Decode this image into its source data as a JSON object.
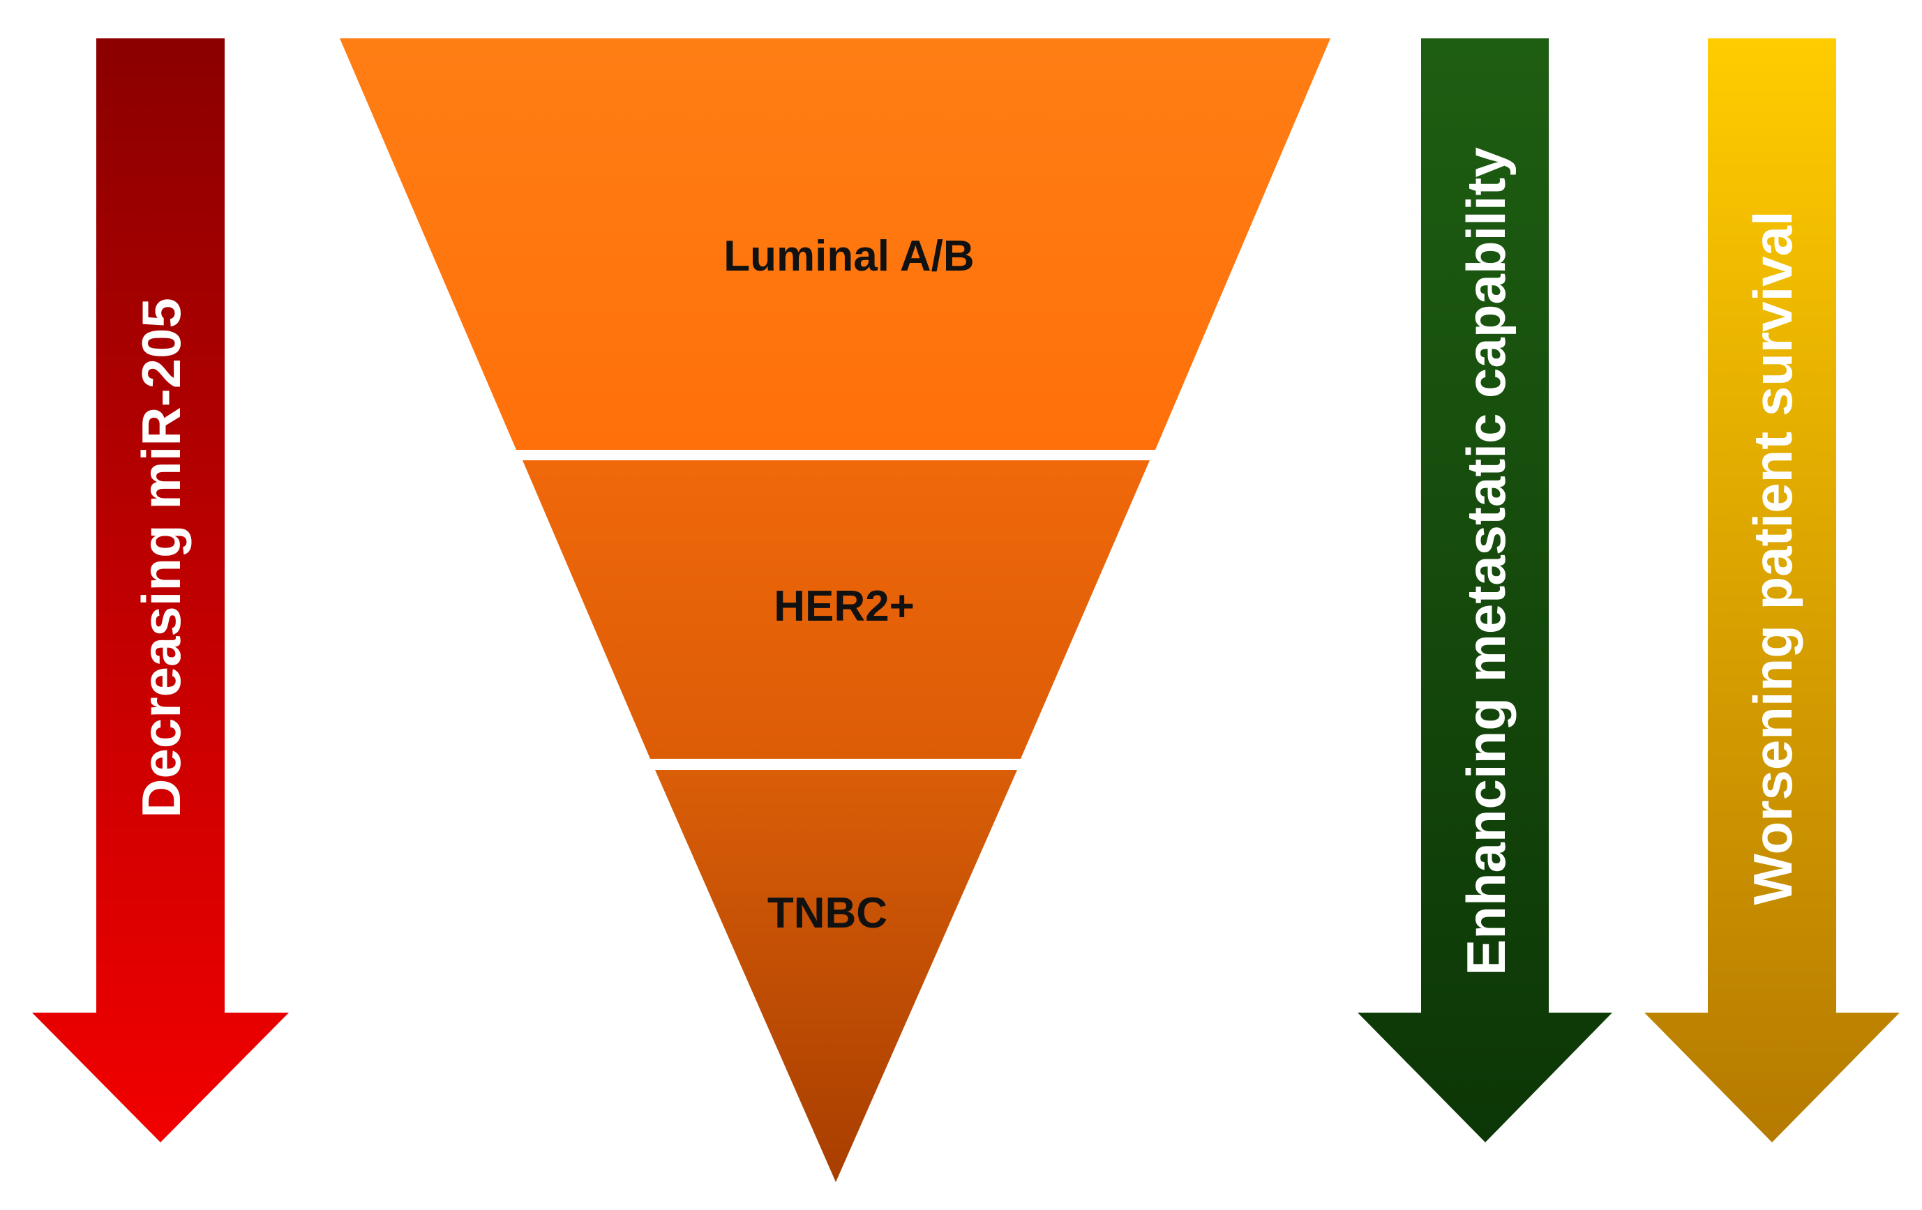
{
  "arrows": {
    "mir205": {
      "label": "Decreasing miR-205",
      "color_top": "#8B0000",
      "color_bottom": "#F20000"
    },
    "metastasis": {
      "label": "Enhancing  metastatic capability",
      "color_top": "#1E5E12",
      "color_bottom": "#0C3606"
    },
    "survival": {
      "label": "Worsening patient survival",
      "color_top": "#FFCC00",
      "color_bottom": "#B57A00"
    }
  },
  "funnel": {
    "tiers": [
      {
        "label": "Luminal A/B",
        "color_top": "#FF7E14",
        "color_bottom": "#FF700A"
      },
      {
        "label": "HER2+",
        "color_top": "#F0680A",
        "color_bottom": "#DC5C06"
      },
      {
        "label": "TNBC",
        "color_top": "#DA5E08",
        "color_bottom": "#A83E00"
      }
    ]
  }
}
